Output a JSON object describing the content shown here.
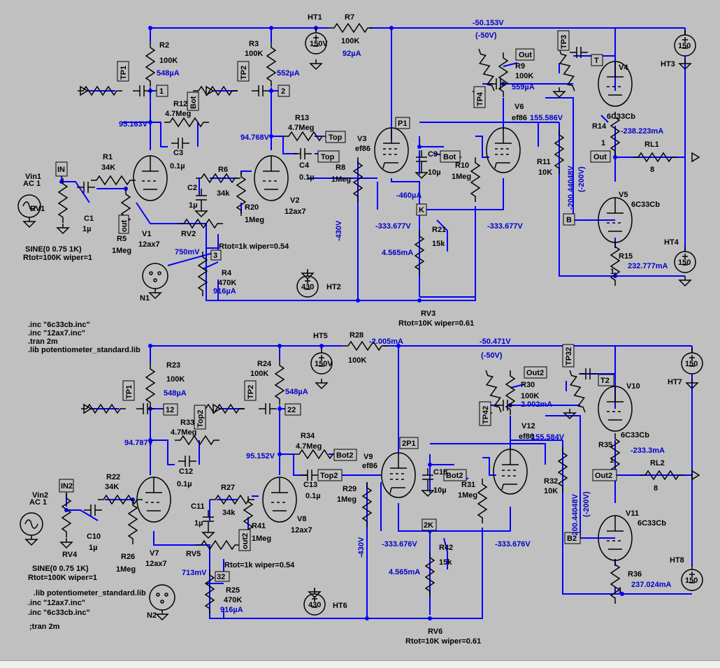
{
  "colors": {
    "background": "#c0c0c0",
    "wire": "#0000ff",
    "symbol": "#000000",
    "value_text": "#0000cc"
  },
  "top": {
    "supplies": {
      "ht1": "HT1",
      "ht1_v": "150V",
      "ht2": "HT2",
      "ht2_v": "430",
      "ht3": "HT3",
      "ht3_v": "150",
      "ht4": "HT4",
      "ht4_v": "150"
    },
    "nets": {
      "v_top_rail": "-50.153V",
      "v_top_rail_nom": "(-50V)",
      "v_r12": "95.163V",
      "v_r13": "94.768V",
      "v_430": "-430V",
      "v_k1": "-333.677V",
      "v_k2": "-333.677V",
      "v_pot": "750mV",
      "v_rl": "-200.44048V",
      "v_rl_nom": "(-200V)"
    },
    "currents": {
      "r2": "548µA",
      "r3": "552µA",
      "r7": "92µA",
      "r9": "559µA",
      "k": "-460µA",
      "r21": "4.565mA",
      "r4": "916µA",
      "v6": "155.586V",
      "r14": "-238.223mA",
      "r15": "232.777mA"
    },
    "parts": {
      "r1": "R1",
      "r1v": "34K",
      "r2": "R2",
      "r2v": "100K",
      "r3": "R3",
      "r3v": "100K",
      "r4": "R4",
      "r4v": "470K",
      "r5": "R5",
      "r5v": "1Meg",
      "r6": "R6",
      "r6v": "34k",
      "r7": "R7",
      "r7v": "100K",
      "r8": "R8",
      "r8v": "1Meg",
      "r9": "R9",
      "r9v": "100K",
      "r10": "R10",
      "r10v": "1Meg",
      "r11": "R11",
      "r11v": "10K",
      "r12": "R12",
      "r12v": "4.7Meg",
      "r13": "R13",
      "r13v": "4.7Meg",
      "r14": "R14",
      "r14v": "1",
      "r15": "R15",
      "r15v": "1",
      "r20": "R20",
      "r20v": "1Meg",
      "r21": "R21",
      "r21v": "15k",
      "c1": "C1",
      "c1v": "1µ",
      "c2": "C2",
      "c2v": "1µ",
      "c3": "C3",
      "c3v": "0.1µ",
      "c4": "C4",
      "c4v": "0.1µ",
      "c9": "C9",
      "c9v": "10µ",
      "rl1": "RL1",
      "rl1v": "8",
      "v1": "V1",
      "v1t": "12ax7",
      "v2": "V2",
      "v2t": "12ax7",
      "v3": "V3",
      "v3t": "ef86",
      "v4": "V4",
      "v4t": "6C33Cb",
      "v5": "V5",
      "v5t": "6C33Cb",
      "v6": "V6",
      "v6t": "ef86",
      "rv1": "RV1",
      "rv2": "RV2",
      "rv3": "RV3",
      "rv1_desc": "Rtot=100K wiper=1",
      "rv2_desc": "Rtot=1k wiper=0.54",
      "rv3_desc": "Rtot=10K wiper=0.61",
      "vin": "Vin1",
      "vin_ac": "AC 1",
      "sine": "SINE(0 0.75 1K)",
      "n1": "N1"
    },
    "labels": {
      "in": "IN",
      "out_r5": "out",
      "tp1": "TP1",
      "one": "1",
      "tp2": "TP2",
      "two": "2",
      "bot": "Bot",
      "top": "Top",
      "top_in": "Top",
      "bot_in": "Bot",
      "p1": "P1",
      "k": "K",
      "three": "3",
      "tp3": "TP3",
      "t": "T",
      "tp4": "TP4",
      "out": "Out",
      "out_load": "Out",
      "b": "B"
    }
  },
  "bottom": {
    "supplies": {
      "ht5": "HT5",
      "ht5_v": "150V",
      "ht6": "HT6",
      "ht6_v": "430",
      "ht7": "HT7",
      "ht7_v": "150",
      "ht8": "HT8",
      "ht8_v": "150"
    },
    "nets": {
      "v_top_rail": "-50.471V",
      "v_top_rail_nom": "(-50V)",
      "v_r33": "94.787V",
      "v_r34": "95.152V",
      "v_430": "-430V",
      "v_k1": "-333.676V",
      "v_k2": "-333.676V",
      "v_pot": "713mV",
      "v_rl": "-200.44048V",
      "v_rl_nom": "(-200V)"
    },
    "currents": {
      "r28": "-2.005mA",
      "r23": "548µA",
      "r24": "548µA",
      "r30": "2.002mA",
      "r42": "4.565mA",
      "r25": "916µA",
      "v12": "155.584V",
      "r35": "-233.3mA",
      "r36": "237.024mA"
    },
    "parts": {
      "r22": "R22",
      "r22v": "34K",
      "r23": "R23",
      "r23v": "100K",
      "r24": "R24",
      "r24v": "100K",
      "r25": "R25",
      "r25v": "470K",
      "r26": "R26",
      "r26v": "1Meg",
      "r27": "R27",
      "r27v": "34k",
      "r28": "R28",
      "r28v": "100K",
      "r29": "R29",
      "r29v": "1Meg",
      "r30": "R30",
      "r30v": "100K",
      "r31": "R31",
      "r31v": "1Meg",
      "r32": "R32",
      "r32v": "10K",
      "r33": "R33",
      "r33v": "4.7Meg",
      "r34": "R34",
      "r34v": "4.7Meg",
      "r35": "R35",
      "r35v": "1",
      "r36": "R36",
      "r36v": "1",
      "r41": "R41",
      "r41v": "1Meg",
      "r42": "R42",
      "r42v": "15k",
      "c10": "C10",
      "c10v": "1µ",
      "c11": "C11",
      "c11v": "1µ",
      "c12": "C12",
      "c12v": "0.1µ",
      "c13": "C13",
      "c13v": "0.1µ",
      "c18": "C18",
      "c18v": "10µ",
      "rl2": "RL2",
      "rl2v": "8",
      "v7": "V7",
      "v7t": "12ax7",
      "v8": "V8",
      "v8t": "12ax7",
      "v9": "V9",
      "v9t": "ef86",
      "v10": "V10",
      "v10t": "6C33Cb",
      "v11": "V11",
      "v11t": "6C33Cb",
      "v12": "V12",
      "v12t": "ef86",
      "rv4": "RV4",
      "rv5": "RV5",
      "rv6": "RV6",
      "rv4_desc": "Rtot=100K wiper=1",
      "rv5_desc": "Rtot=1k wiper=0.54",
      "rv6_desc": "Rtot=10K wiper=0.61",
      "vin": "Vin2",
      "vin_ac": "AC 1",
      "sine": "SINE(0 0.75 1K)",
      "n2": "N2"
    },
    "labels": {
      "in": "IN2",
      "out_r41": "out2",
      "tp1": "TP1",
      "twelve": "12",
      "tp2": "TP2",
      "twentytwo": "22",
      "bot": "Bot2",
      "top": "Top2",
      "top2": "Top2",
      "bot_in": "Bot2",
      "p1": "2P1",
      "k": "2K",
      "thirtytwo": "32",
      "tp3": "TP32",
      "t": "T2",
      "tp4": "TP42",
      "out": "Out2",
      "out_load": "Out2",
      "b": "B2",
      "top2_vert": "Top2"
    }
  },
  "directives": {
    "top": [
      ".inc \"6c33cb.inc\"",
      ".inc \"12ax7.inc\"",
      ".tran 2m",
      ".lib potentiometer_standard.lib"
    ],
    "bottom": [
      ".lib potentiometer_standard.lib",
      ".inc \"12ax7.inc\"",
      ".inc \"6c33cb.inc\"",
      ";tran 2m"
    ]
  }
}
